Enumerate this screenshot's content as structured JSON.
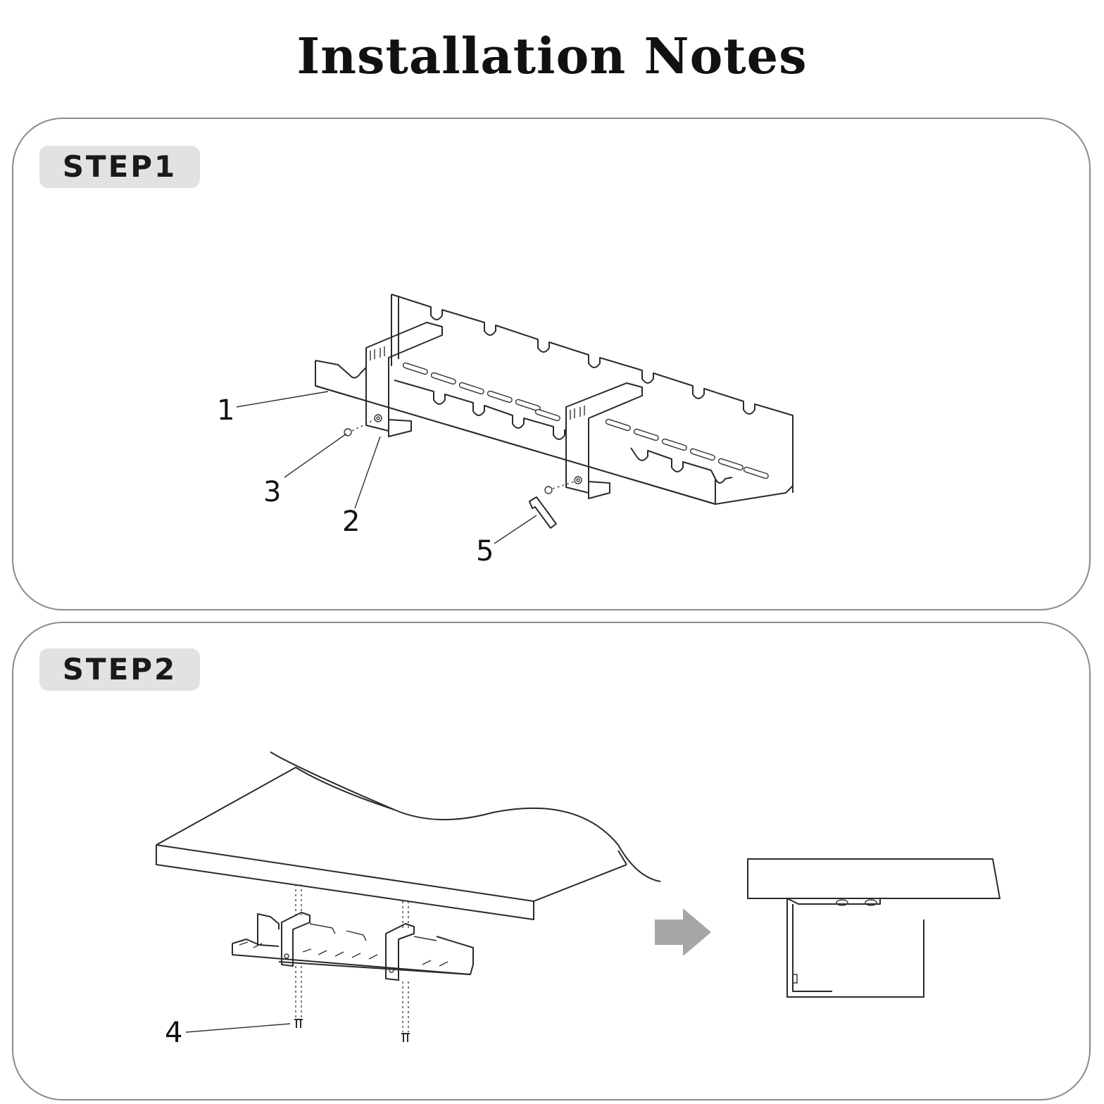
{
  "title": "Installation Notes",
  "steps": [
    {
      "label": "STEP1",
      "callouts": [
        "1",
        "2",
        "3",
        "5"
      ]
    },
    {
      "label": "STEP2",
      "callouts": [
        "4"
      ]
    }
  ]
}
